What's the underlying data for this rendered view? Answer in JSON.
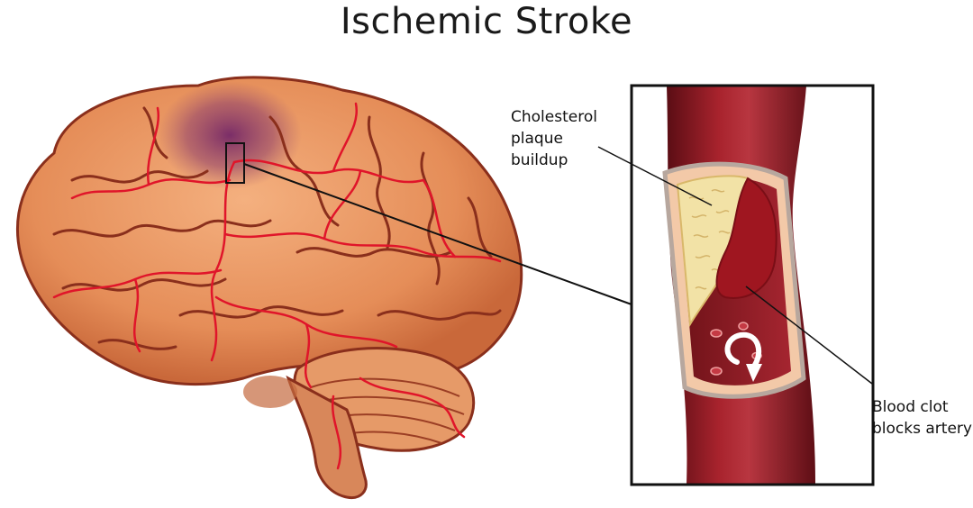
{
  "title": "Ischemic Stroke",
  "labels": {
    "plaque": [
      "Cholesterol",
      "plaque",
      "buildup"
    ],
    "clot": [
      "Blood clot",
      "blocks artery"
    ]
  },
  "colors": {
    "brain_fill": "#e89360",
    "brain_fold": "#8a2f1c",
    "vessel": "#e0152a",
    "ischemic_area": "#7b2b6d",
    "artery": "#8e1a22",
    "plaque": "#f2e2a6",
    "blood_clot": "#9f1620",
    "callout_border": "#111111"
  },
  "icons": [
    "circular-arrow-icon"
  ]
}
